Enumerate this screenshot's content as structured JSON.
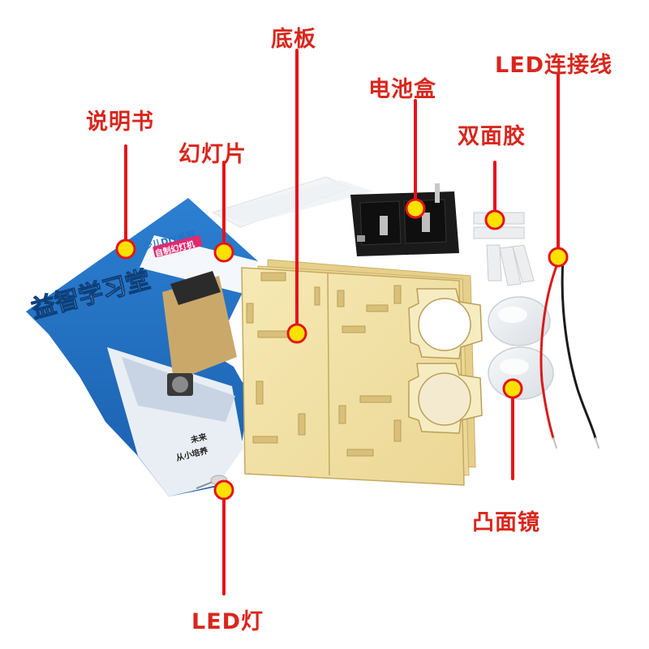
{
  "labels": {
    "manual": "说明书",
    "slide": "幻灯片",
    "baseboard": "底板",
    "battery_box": "电池盒",
    "double_tape": "双面胶",
    "led_wire": "LED连接线",
    "convex_lens": "凸面镜",
    "led_light": "LED灯"
  },
  "booklet": {
    "title": "益智学习堂",
    "subtitle": "少儿DIY系列",
    "product": "自制幻灯机",
    "footer_line1": "未来",
    "footer_line2": "从小培养"
  },
  "colors": {
    "label_red": "#d9261c",
    "marker_yellow": "#ffe100",
    "line_red": "#e4141b",
    "plywood": "#f3e3a6",
    "booklet_blue": "#1e74c6"
  }
}
